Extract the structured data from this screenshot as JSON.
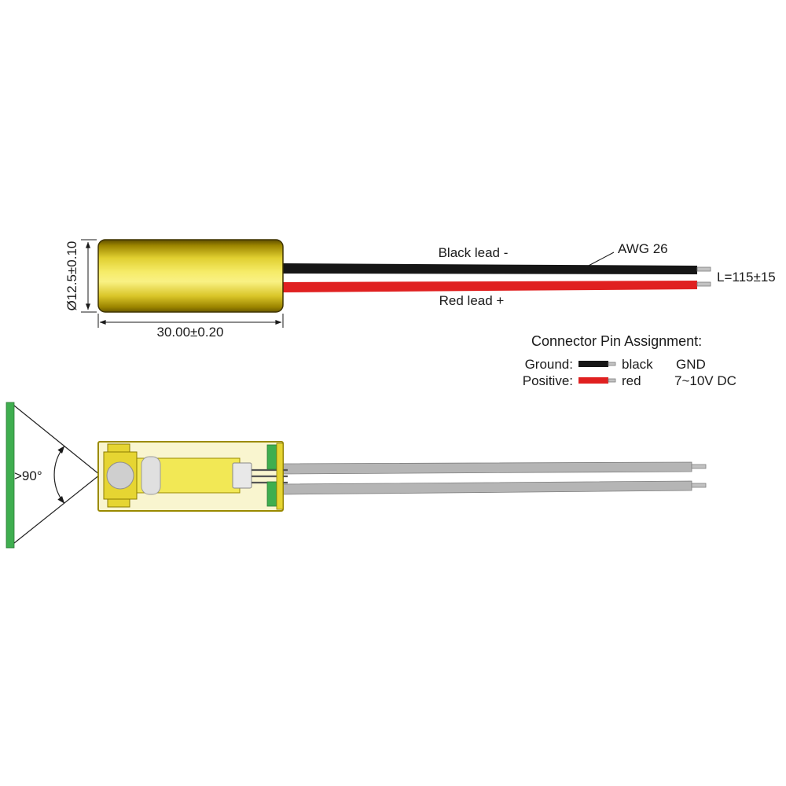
{
  "top_view": {
    "diameter": "Ø12.5±0.10",
    "length": "30.00±0.20",
    "black_lead": "Black lead -",
    "red_lead": "Red lead +",
    "awg": "AWG 26",
    "lead_length": "L=115±15"
  },
  "pin_assignment": {
    "title": "Connector Pin Assignment:",
    "ground_label": "Ground:",
    "ground_color": "black",
    "ground_signal": "GND",
    "positive_label": "Positive:",
    "positive_color": "red",
    "positive_signal": "7~10V DC"
  },
  "beam_view": {
    "angle": ">90°"
  },
  "colors": {
    "black_wire": "#161616",
    "red_wire": "#e02020",
    "tip_gray": "#c2c2c2",
    "green": "#3fae4f",
    "body_fill": "#f9f5cf",
    "body_stroke": "#9a8a00",
    "gold_part": "#e6d532",
    "lead_gray": "#b5b5b5"
  }
}
